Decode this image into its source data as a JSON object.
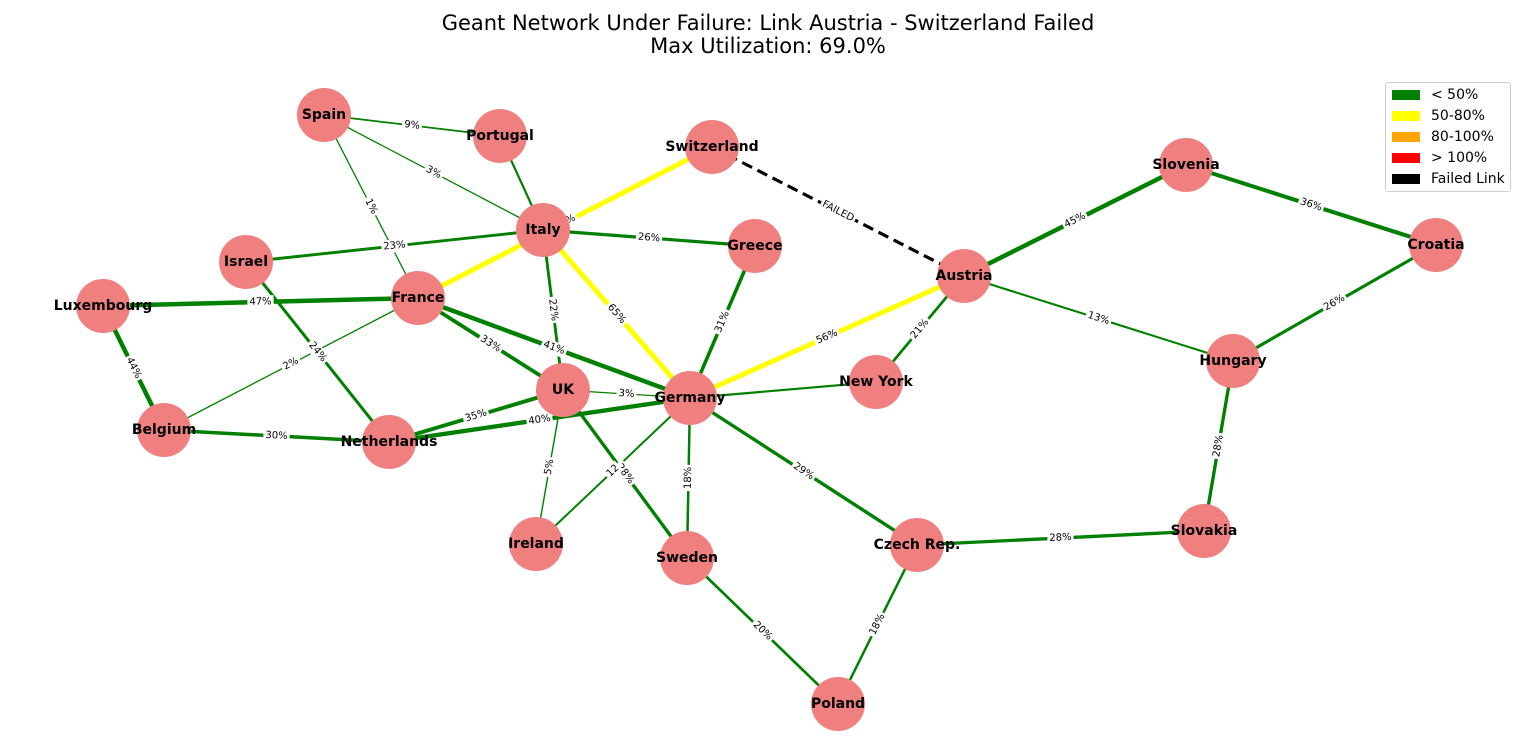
{
  "title": {
    "line1": "Geant Network Under Failure: Link Austria - Switzerland Failed",
    "line2": "Max Utilization: 69.0%"
  },
  "colors": {
    "node_fill": "#f08080",
    "green": "#008000",
    "yellow": "#ffff00",
    "orange": "#ffa500",
    "red": "#ff0000",
    "failed": "#000000"
  },
  "legend": [
    {
      "label": "< 50%",
      "color": "#008000"
    },
    {
      "label": "50-80%",
      "color": "#ffff00"
    },
    {
      "label": "80-100%",
      "color": "#ffa500"
    },
    {
      "label": "> 100%",
      "color": "#ff0000"
    },
    {
      "label": "Failed Link",
      "color": "#000000"
    }
  ],
  "nodes": [
    {
      "id": "Spain",
      "label": "Spain"
    },
    {
      "id": "Portugal",
      "label": "Portugal"
    },
    {
      "id": "Switzerland",
      "label": "Switzerland"
    },
    {
      "id": "Italy",
      "label": "Italy"
    },
    {
      "id": "Greece",
      "label": "Greece"
    },
    {
      "id": "Israel",
      "label": "Israel"
    },
    {
      "id": "Luxembourg",
      "label": "Luxembourg"
    },
    {
      "id": "France",
      "label": "France"
    },
    {
      "id": "UK",
      "label": "UK"
    },
    {
      "id": "Germany",
      "label": "Germany"
    },
    {
      "id": "NewYork",
      "label": "New York"
    },
    {
      "id": "Austria",
      "label": "Austria"
    },
    {
      "id": "Slovenia",
      "label": "Slovenia"
    },
    {
      "id": "Croatia",
      "label": "Croatia"
    },
    {
      "id": "Hungary",
      "label": "Hungary"
    },
    {
      "id": "Belgium",
      "label": "Belgium"
    },
    {
      "id": "Netherlands",
      "label": "Netherlands"
    },
    {
      "id": "Ireland",
      "label": "Ireland"
    },
    {
      "id": "Sweden",
      "label": "Sweden"
    },
    {
      "id": "CzechRep",
      "label": "Czech Rep."
    },
    {
      "id": "Slovakia",
      "label": "Slovakia"
    },
    {
      "id": "Poland",
      "label": "Poland"
    }
  ],
  "edges": [
    {
      "source": "Spain",
      "target": "Portugal",
      "label": "9%",
      "status": "ok"
    },
    {
      "source": "Spain",
      "target": "Italy",
      "label": "3%",
      "status": "ok"
    },
    {
      "source": "Spain",
      "target": "France",
      "label": "1%",
      "status": "ok"
    },
    {
      "source": "Portugal",
      "target": "Italy",
      "label": "",
      "status": "ok"
    },
    {
      "source": "Switzerland",
      "target": "France",
      "label": "69%",
      "status": "warn"
    },
    {
      "source": "Switzerland",
      "target": "Austria",
      "label": "FAILED",
      "status": "failed"
    },
    {
      "source": "Israel",
      "target": "Italy",
      "label": "23%",
      "status": "ok"
    },
    {
      "source": "Italy",
      "target": "Greece",
      "label": "26%",
      "status": "ok"
    },
    {
      "source": "Italy",
      "target": "UK",
      "label": "22%",
      "status": "ok"
    },
    {
      "source": "Italy",
      "target": "Germany",
      "label": "65%",
      "status": "warn"
    },
    {
      "source": "Israel",
      "target": "Netherlands",
      "label": "24%",
      "status": "ok"
    },
    {
      "source": "Luxembourg",
      "target": "France",
      "label": "47%",
      "status": "ok"
    },
    {
      "source": "Luxembourg",
      "target": "Belgium",
      "label": "44%",
      "status": "ok"
    },
    {
      "source": "France",
      "target": "Belgium",
      "label": "2%",
      "status": "ok"
    },
    {
      "source": "France",
      "target": "UK",
      "label": "33%",
      "status": "ok"
    },
    {
      "source": "France",
      "target": "Germany",
      "label": "41%",
      "status": "ok"
    },
    {
      "source": "Greece",
      "target": "Germany",
      "label": "31%",
      "status": "ok"
    },
    {
      "source": "Austria",
      "target": "Germany",
      "label": "56%",
      "status": "warn"
    },
    {
      "source": "Austria",
      "target": "NewYork",
      "label": "21%",
      "status": "ok"
    },
    {
      "source": "Austria",
      "target": "Slovenia",
      "label": "45%",
      "status": "ok"
    },
    {
      "source": "Austria",
      "target": "Hungary",
      "label": "13%",
      "status": "ok"
    },
    {
      "source": "Slovenia",
      "target": "Croatia",
      "label": "36%",
      "status": "ok"
    },
    {
      "source": "Croatia",
      "target": "Hungary",
      "label": "26%",
      "status": "ok"
    },
    {
      "source": "Hungary",
      "target": "Slovakia",
      "label": "28%",
      "status": "ok"
    },
    {
      "source": "Belgium",
      "target": "Netherlands",
      "label": "30%",
      "status": "ok"
    },
    {
      "source": "Netherlands",
      "target": "UK",
      "label": "35%",
      "status": "ok"
    },
    {
      "source": "Netherlands",
      "target": "Germany",
      "label": "40%",
      "status": "ok"
    },
    {
      "source": "UK",
      "target": "Germany",
      "label": "3%",
      "status": "ok"
    },
    {
      "source": "UK",
      "target": "Ireland",
      "label": "5%",
      "status": "ok"
    },
    {
      "source": "UK",
      "target": "Sweden",
      "label": "28%",
      "status": "ok"
    },
    {
      "source": "Germany",
      "target": "Ireland",
      "label": "12",
      "status": "ok"
    },
    {
      "source": "Germany",
      "target": "NewYork",
      "label": "",
      "status": "ok"
    },
    {
      "source": "Germany",
      "target": "Sweden",
      "label": "18%",
      "status": "ok"
    },
    {
      "source": "Germany",
      "target": "CzechRep",
      "label": "29%",
      "status": "ok"
    },
    {
      "source": "CzechRep",
      "target": "Slovakia",
      "label": "28%",
      "status": "ok"
    },
    {
      "source": "CzechRep",
      "target": "Poland",
      "label": "18%",
      "status": "ok"
    },
    {
      "source": "Sweden",
      "target": "Poland",
      "label": "20%",
      "status": "ok"
    }
  ]
}
